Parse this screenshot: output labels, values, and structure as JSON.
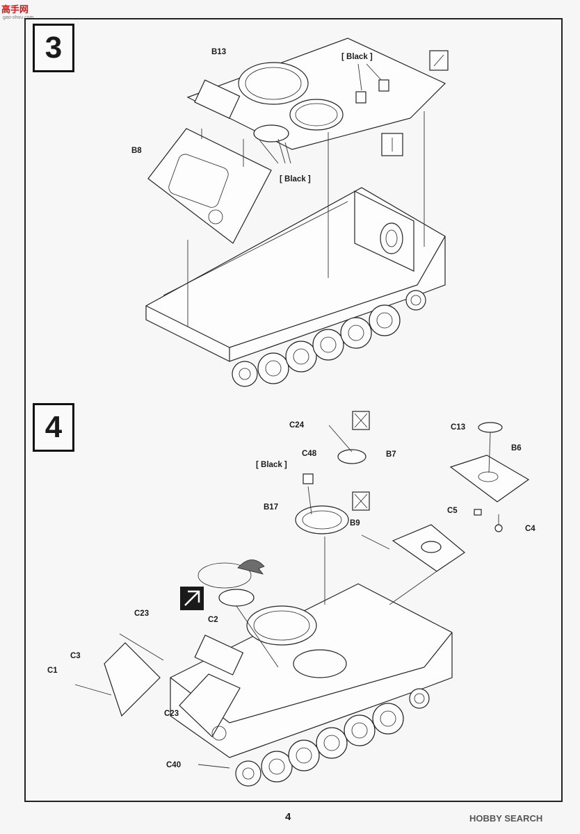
{
  "site": {
    "logo": "高手网",
    "sub": "gao-shou.com"
  },
  "watermark": "HOBBY SEARCH",
  "page_number": "4",
  "steps": {
    "step3": {
      "number": "3",
      "labels": {
        "b13": "B13",
        "b8": "B8",
        "black_top": "[ Black ]",
        "black_mid": "[ Black ]"
      }
    },
    "step4": {
      "number": "4",
      "labels": {
        "c24": "C24",
        "b7": "B7",
        "c13": "C13",
        "b6": "B6",
        "black": "[ Black ]",
        "c48": "C48",
        "b17": "B17",
        "b9": "B9",
        "c5": "C5",
        "c4": "C4",
        "c23_top": "C23",
        "c2": "C2",
        "c3": "C3",
        "c1": "C1",
        "c23_bottom": "C23",
        "c40": "C40"
      }
    }
  }
}
